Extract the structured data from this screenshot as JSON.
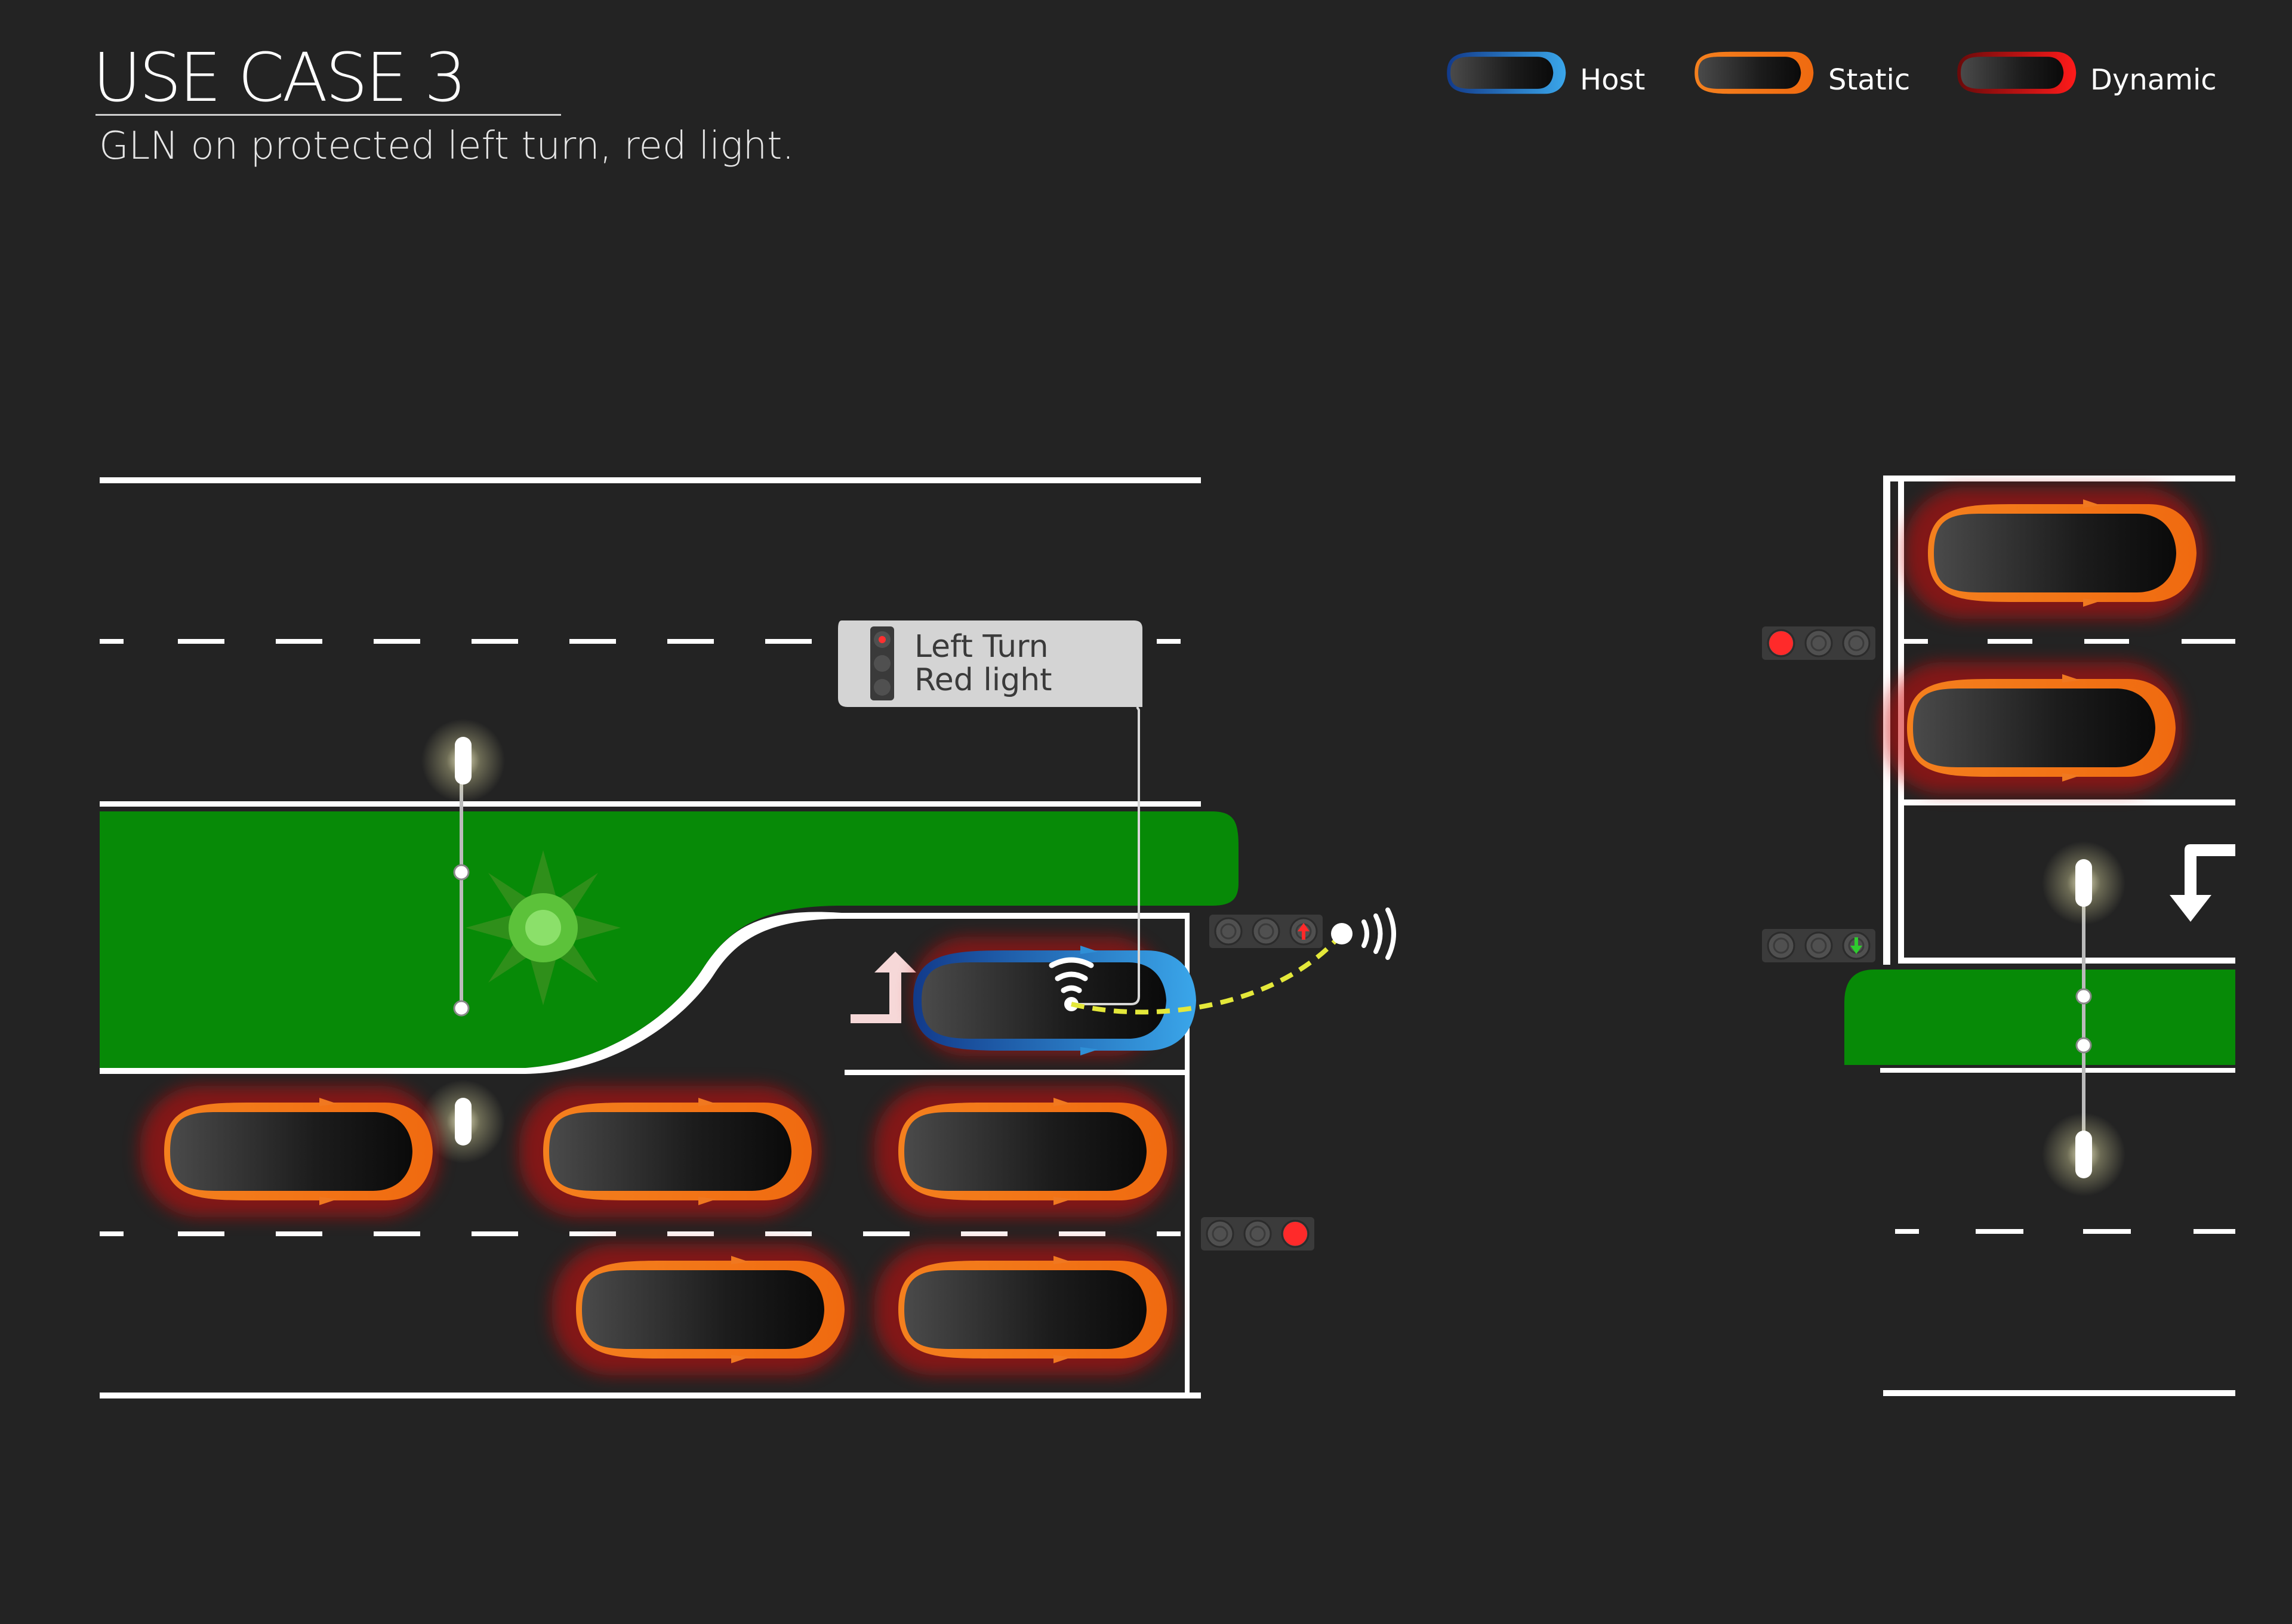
{
  "header": {
    "title": "USE CASE 3",
    "subtitle": "GLN on protected left turn, red light."
  },
  "legend": [
    {
      "label": "Host",
      "color": "#2f8fd6",
      "icon": "host-car-icon"
    },
    {
      "label": "Static",
      "color": "#f07820",
      "icon": "static-car-icon"
    },
    {
      "label": "Dynamic",
      "color": "#e01818",
      "icon": "dynamic-car-icon"
    }
  ],
  "callout": {
    "line1": "Left Turn",
    "line2": "Red light",
    "icon": "traffic-light-icon"
  },
  "colors": {
    "background": "#232323",
    "road_marking": "#ffffff",
    "median": "#078a07",
    "host": "#2f8fd6",
    "static": "#f07820",
    "dynamic": "#e01818",
    "signal_path": "#e4e83a",
    "signal_red": "#ff2a2a",
    "signal_green": "#2ecc2e"
  },
  "icons": [
    "street-lamp-icon",
    "tree-icon",
    "wifi-signal-icon",
    "left-turn-arrow-icon",
    "traffic-light-icon"
  ]
}
